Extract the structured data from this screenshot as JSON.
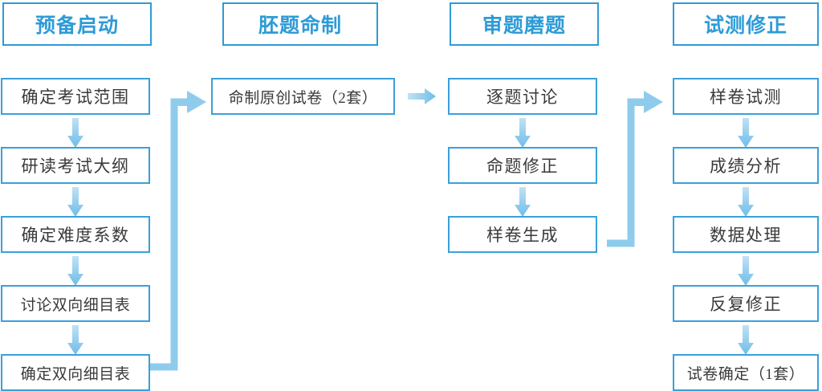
{
  "diagram": {
    "title": "试卷命制流程",
    "accent_color": "#2E9BD6",
    "box_border_color": "#3AA0DB",
    "arrow_color": "#8FCCEC",
    "text_color": "#3A3A3A",
    "background_color": "#FFFFFF"
  },
  "columns": [
    {
      "header": "预备启动",
      "steps": [
        "确定考试范围",
        "研读考试大纲",
        "确定难度系数",
        "讨论双向细目表",
        "确定双向细目表"
      ]
    },
    {
      "header": "胚题命制",
      "steps": [
        "命制原创试卷（2套）"
      ]
    },
    {
      "header": "审题磨题",
      "steps": [
        "逐题讨论",
        "命题修正",
        "样卷生成"
      ]
    },
    {
      "header": "试测修正",
      "steps": [
        "样卷试测",
        "成绩分析",
        "数据处理",
        "反复修正",
        "试卷确定（1套）"
      ]
    }
  ],
  "connectors": [
    {
      "name": "col1-to-col2",
      "type": "elbow-up-right",
      "from": "确定双向细目表",
      "to": "命制原创试卷（2套）"
    },
    {
      "name": "col2-to-col3",
      "type": "straight-right",
      "from": "命制原创试卷（2套）",
      "to": "逐题讨论"
    },
    {
      "name": "col3-to-col4",
      "type": "elbow-up-right",
      "from": "样卷生成",
      "to": "样卷试测"
    }
  ]
}
